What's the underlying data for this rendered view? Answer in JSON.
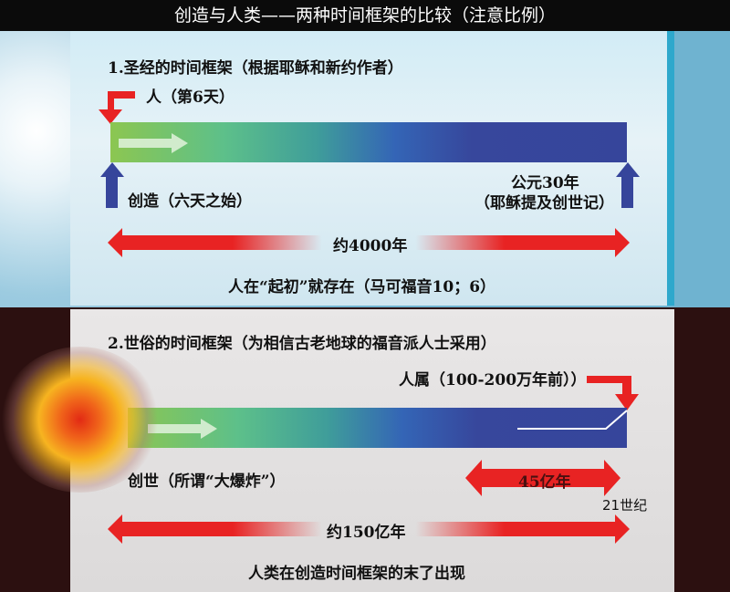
{
  "title": "创造与人类——两种时间框架的比较（注意比例）",
  "biblical": {
    "heading": "1.圣经的时间框架（根据耶稣和新约作者）",
    "man_label": "人（第6天）",
    "creation_label": "创造（六天之始）",
    "ad30_line1": "公元30年",
    "ad30_line2": "（耶稣提及创世记）",
    "span_label": "约4000年",
    "footer": "人在“起初”就存在（马可福音10；6）"
  },
  "secular": {
    "heading": "2.世俗的时间框架（为相信古老地球的福音派人士采用）",
    "homo_label": "人属（100-200万年前））",
    "creation_label": "创世（所谓“大爆炸”）",
    "earth_span_label": "45亿年",
    "century_label": "21世纪",
    "span_label": "约150亿年",
    "footer": "人类在创造时间框架的末了出现"
  },
  "colors": {
    "red": "#e82323",
    "blue": "#36459b",
    "green": "#8cc651"
  }
}
